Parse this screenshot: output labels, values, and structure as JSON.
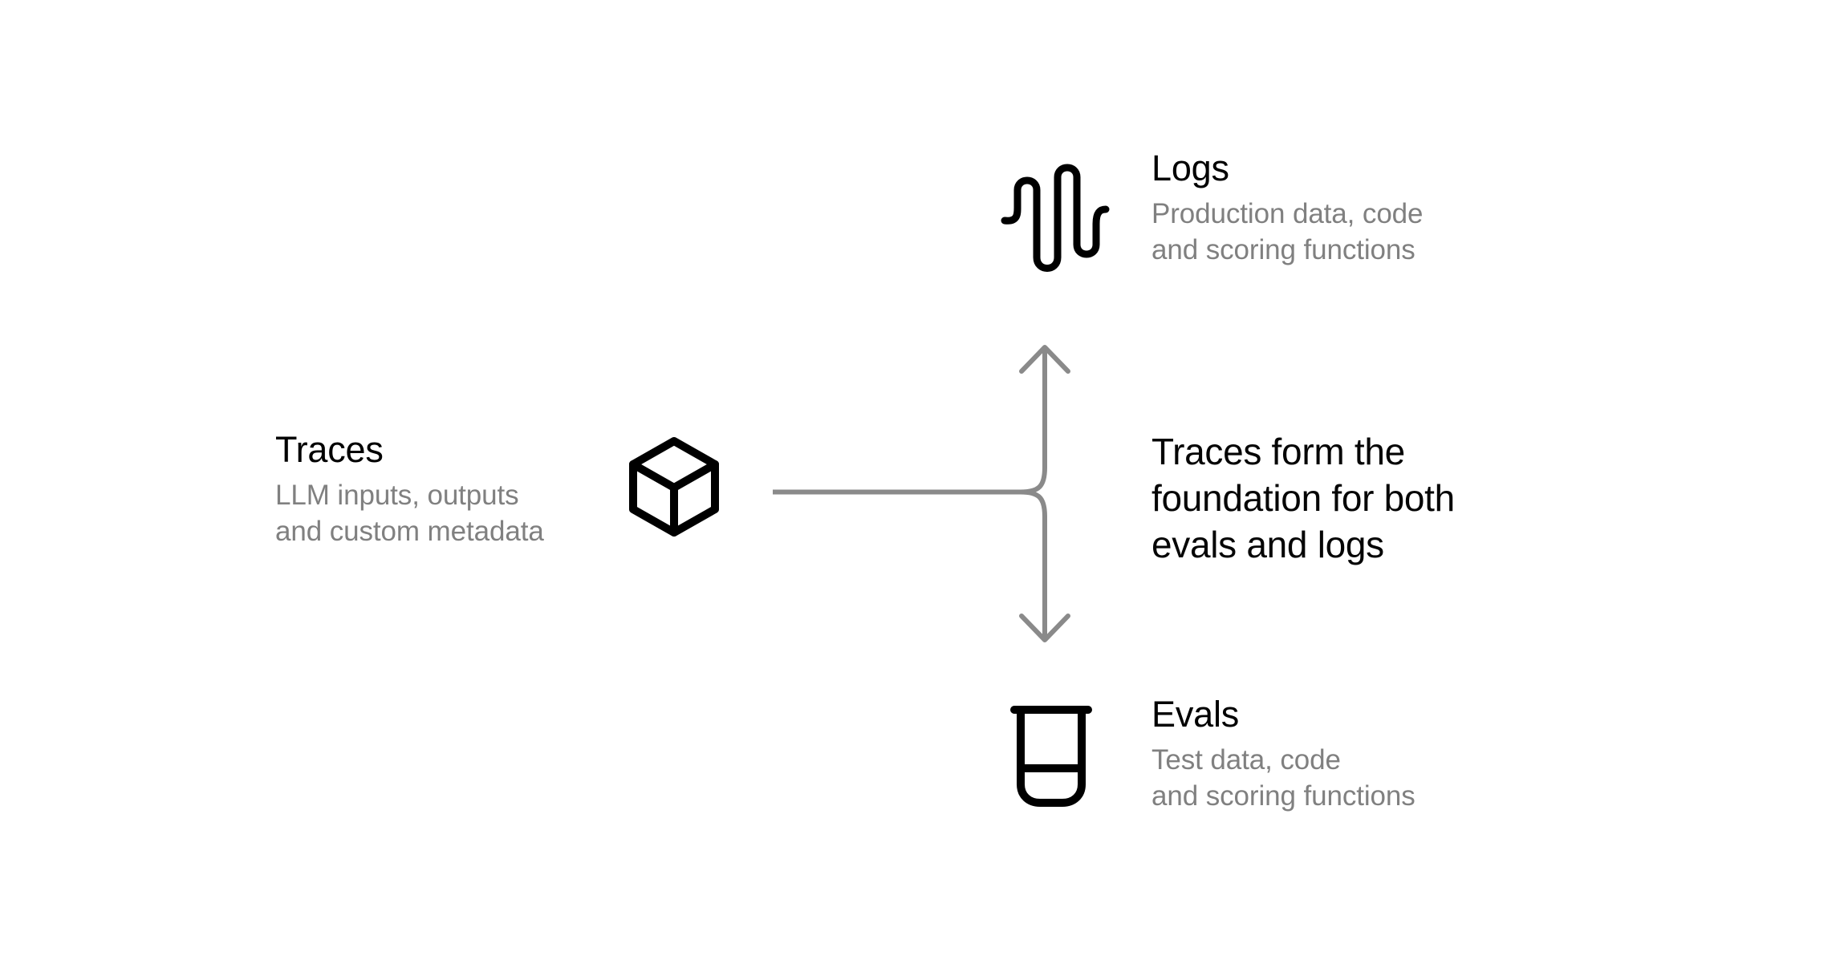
{
  "diagram": {
    "title": "Traces, Evals and Logs relationship diagram",
    "background_color": "#ffffff",
    "icon_color": "#000000",
    "connector_color": "#8a8a8a",
    "title_color": "#000000",
    "subtitle_color": "#808080"
  },
  "nodes": {
    "traces": {
      "title": "Traces",
      "subtitle_lines": [
        "LLM inputs, outputs",
        "and custom metadata"
      ],
      "icon": "cube-icon"
    },
    "logs": {
      "title": "Logs",
      "subtitle_lines": [
        "Production data, code",
        "and scoring functions"
      ],
      "icon": "waveform-icon"
    },
    "evals": {
      "title": "Evals",
      "subtitle_lines": [
        "Test data, code",
        "and scoring functions"
      ],
      "icon": "beaker-icon"
    }
  },
  "caption": {
    "lines": [
      "Traces form the",
      "foundation for both",
      "evals and logs"
    ]
  },
  "connector": {
    "description": "Horizontal line from traces cube splitting into an upward arrow to Logs and a downward arrow to Evals",
    "stroke_color": "#8a8a8a",
    "stroke_width": 6,
    "branches": [
      "up-arrow-to-logs",
      "down-arrow-to-evals"
    ]
  }
}
